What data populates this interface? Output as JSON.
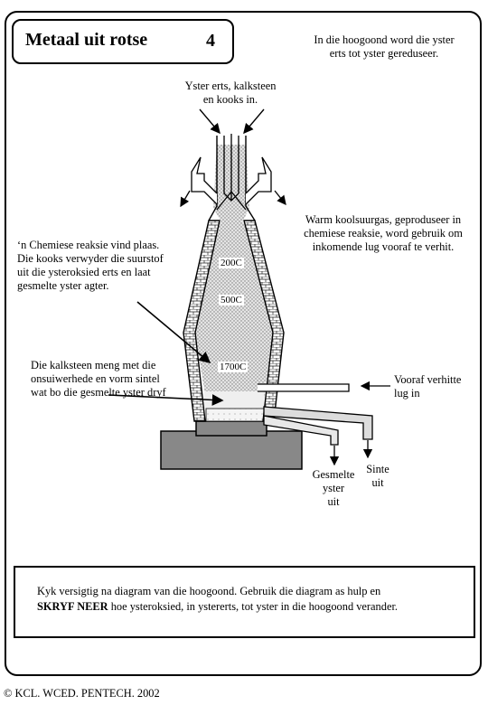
{
  "header": {
    "title": "Metaal uit rotse",
    "page_number": "4",
    "intro_line1": "In die hoogoond word die yster",
    "intro_line2": "erts tot yster gereduseer."
  },
  "labels": {
    "input_line1": "Yster erts, kalksteen",
    "input_line2": "en kooks  in.",
    "gas_line1": "Warm koolsuurgas, geproduseer in",
    "gas_line2": "chemiese reaksie, word gebruik om",
    "gas_line3": "inkomende lug vooraf te verhit.",
    "reaction_line1": "‘n Chemiese reaksie vind plaas.",
    "reaction_line2": "Die kooks verwyder die suurstof",
    "reaction_line3": "uit die ysteroksied erts en laat",
    "reaction_line4": "gesmelte yster agter.",
    "limestone_line1": "Die kalksteen meng met die",
    "limestone_line2": "onsuiwerhede en vorm sintel",
    "limestone_line3": "wat bo die gesmelte yster dryf",
    "air_line1": "Vooraf verhitte",
    "air_line2": "lug in",
    "iron_line1": "Gesmelte",
    "iron_line2": "yster",
    "iron_line3": "uit",
    "slag_line1": "Sinte",
    "slag_line2": "uit"
  },
  "temperatures": [
    "200C",
    "500C",
    "1700C"
  ],
  "instruction": {
    "before_bold": "Kyk versigtig na diagram van die hoogoond. Gebruik die diagram as hulp en",
    "bold": "SKRYF NEER",
    "after_bold": " hoe ysteroksied, in ystererts, tot yster in die hoogoond verander."
  },
  "footer": {
    "credit": "© KCL. WCED. PENTECH. 2002"
  }
}
